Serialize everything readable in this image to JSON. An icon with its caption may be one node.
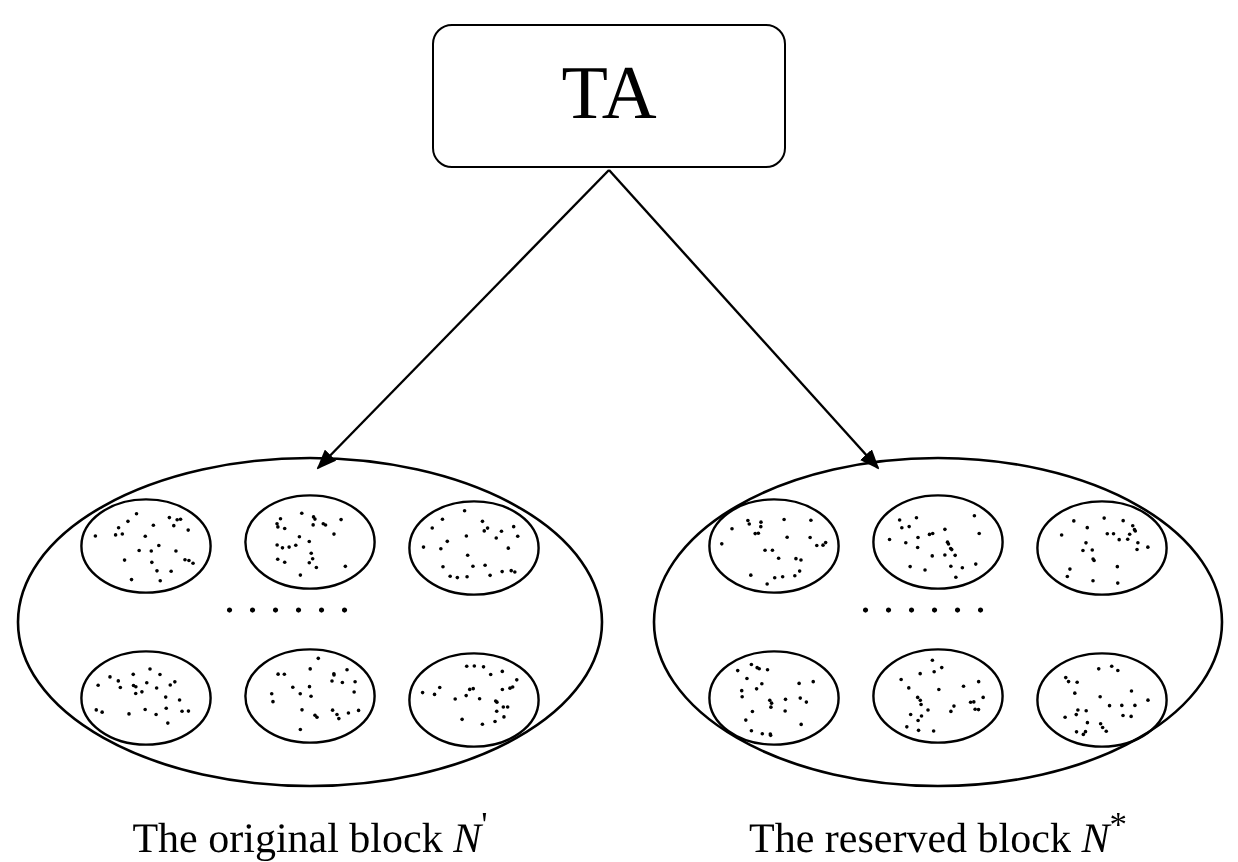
{
  "diagram": {
    "nodes": [
      {
        "text": [
          "TA"
        ]
      },
      {
        "text": [
          "The original block *N*$^{'}$"
        ]
      },
      {
        "text": [],
        "shape": "ellipse",
        "in": 1
      },
      {
        "text": [],
        "shape": "ellipse",
        "in": 1
      },
      {
        "text": [],
        "shape": "ellipse",
        "in": 1
      },
      {
        "text": [],
        "shape": "ellipse",
        "in": 1
      },
      {
        "text": [],
        "shape": "ellipse",
        "in": 1
      },
      {
        "text": [],
        "shape": "ellipse",
        "in": 1
      },
      {
        "text": [
          "The reserved block *N*$^{*}$"
        ]
      },
      {
        "text": [],
        "shape": "ellipse",
        "in": 8
      },
      {
        "text": [],
        "shape": "ellipse",
        "in": 8
      },
      {
        "text": [],
        "shape": "ellipse",
        "in": 8
      },
      {
        "text": [],
        "shape": "ellipse",
        "in": 8
      },
      {
        "text": [],
        "shape": "ellipse",
        "in": 8
      },
      {
        "text": [],
        "shape": "ellipse",
        "in": 8
      }
    ],
    "edges": [
      {
        "from": 0,
        "to": 1,
        "arrow": "to"
      },
      {
        "from": 0,
        "to": 8,
        "arrow": "to"
      }
    ],
    "labels": [
      "......",
      "......"
    ]
  }
}
